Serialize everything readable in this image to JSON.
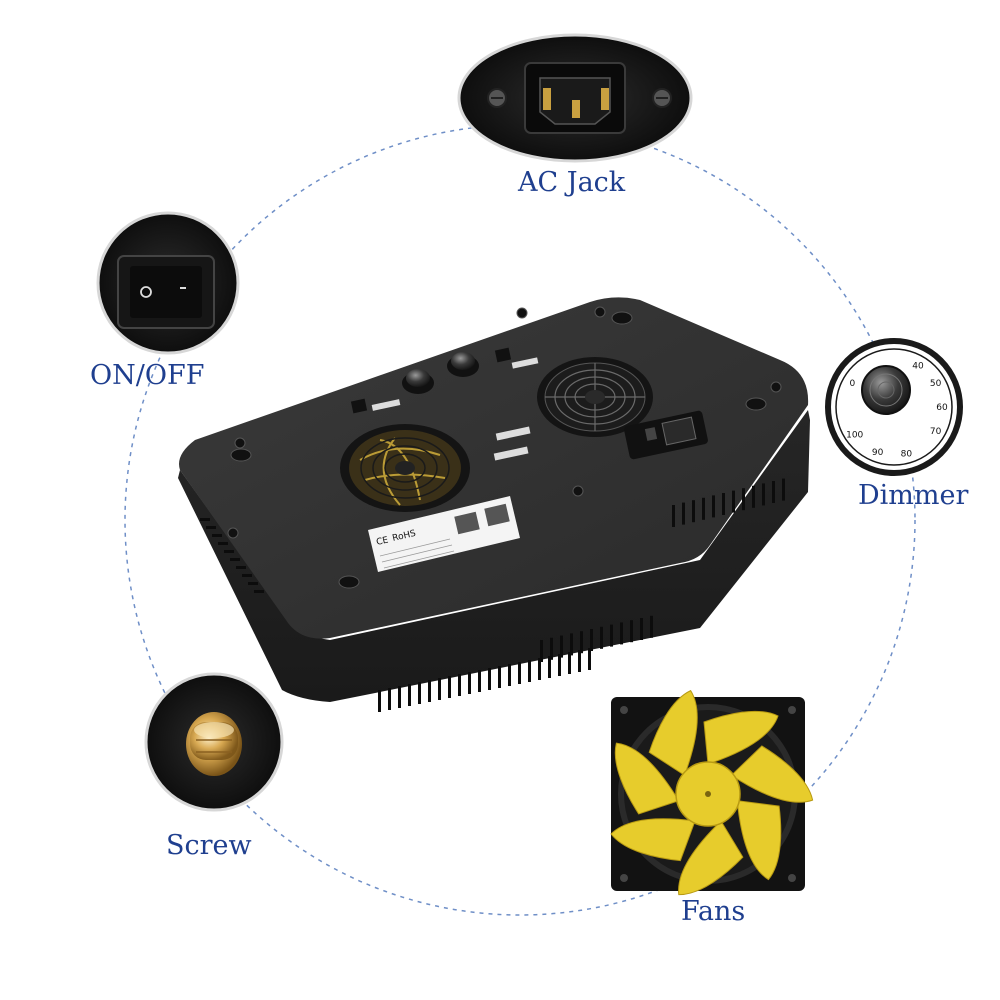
{
  "labels": {
    "ac_jack": "AC Jack",
    "on_off": "ON/OFF",
    "dimmer": "Dimmer",
    "screw": "Screw",
    "fans": "Fans"
  },
  "dial_scale": [
    "0",
    "40",
    "50",
    "60",
    "70",
    "80",
    "90",
    "100"
  ],
  "product_markings": [
    "CE",
    "RoHS"
  ],
  "colors": {
    "label_blue": "#1f3f8f",
    "dashed_circle": "#6f8fc7",
    "housing": "#2e2e2e",
    "fan_blade": "#e7cc2c"
  }
}
